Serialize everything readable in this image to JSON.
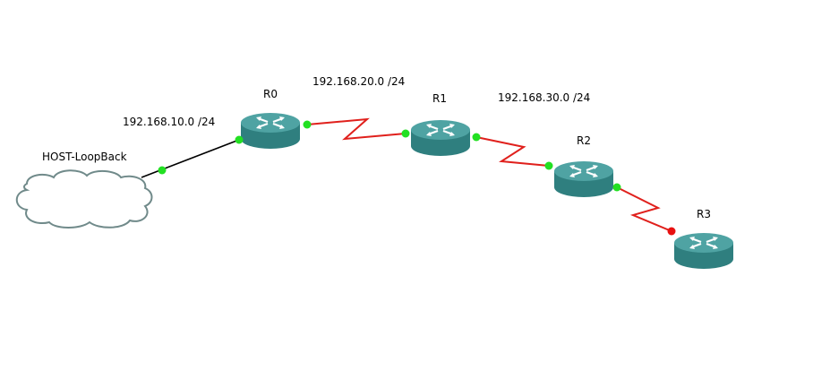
{
  "devices": {
    "cloud": {
      "label": "HOST-LoopBack"
    },
    "r0": {
      "label": "R0"
    },
    "r1": {
      "label": "R1"
    },
    "r2": {
      "label": "R2"
    },
    "r3": {
      "label": "R3"
    }
  },
  "networks": {
    "net1": "192.168.10.0 /24",
    "net2": "192.168.20.0 /24",
    "net3": "192.168.30.0 /24"
  },
  "colors": {
    "router": "#3a8c8c",
    "router_top": "#4fa3a3",
    "link_ethernet": "#000000",
    "link_serial": "#e0201c",
    "status_up": "#22e022",
    "status_down": "#e81010"
  }
}
